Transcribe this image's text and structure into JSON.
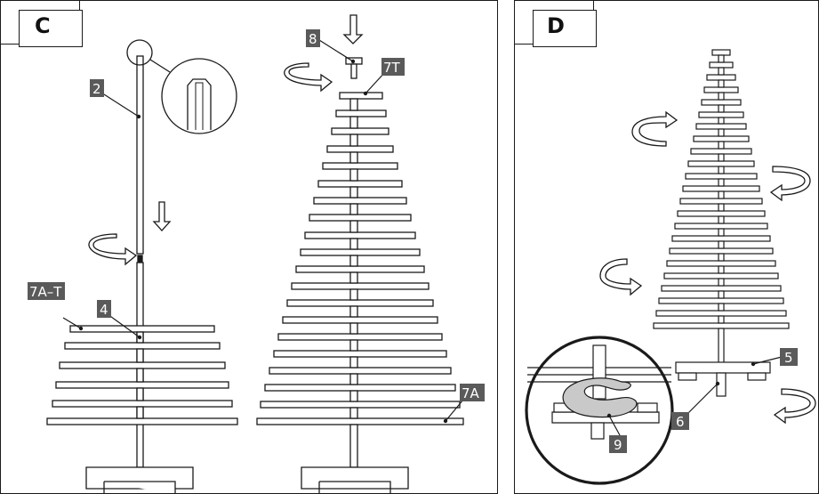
{
  "panel_c": {
    "letter": "C",
    "labels": {
      "part_2": "2",
      "part_7a_t": "7A–T",
      "part_4": "4",
      "part_8": "8",
      "part_7t": "7T",
      "part_7a": "7A"
    }
  },
  "panel_d": {
    "letter": "D",
    "labels": {
      "part_5": "5",
      "part_6": "6",
      "part_9": "9"
    }
  },
  "colors": {
    "line": "#1a1a1a",
    "label_bg": "#5a5a5a",
    "label_text": "#ffffff",
    "cap_fill": "#c9c9c9"
  }
}
